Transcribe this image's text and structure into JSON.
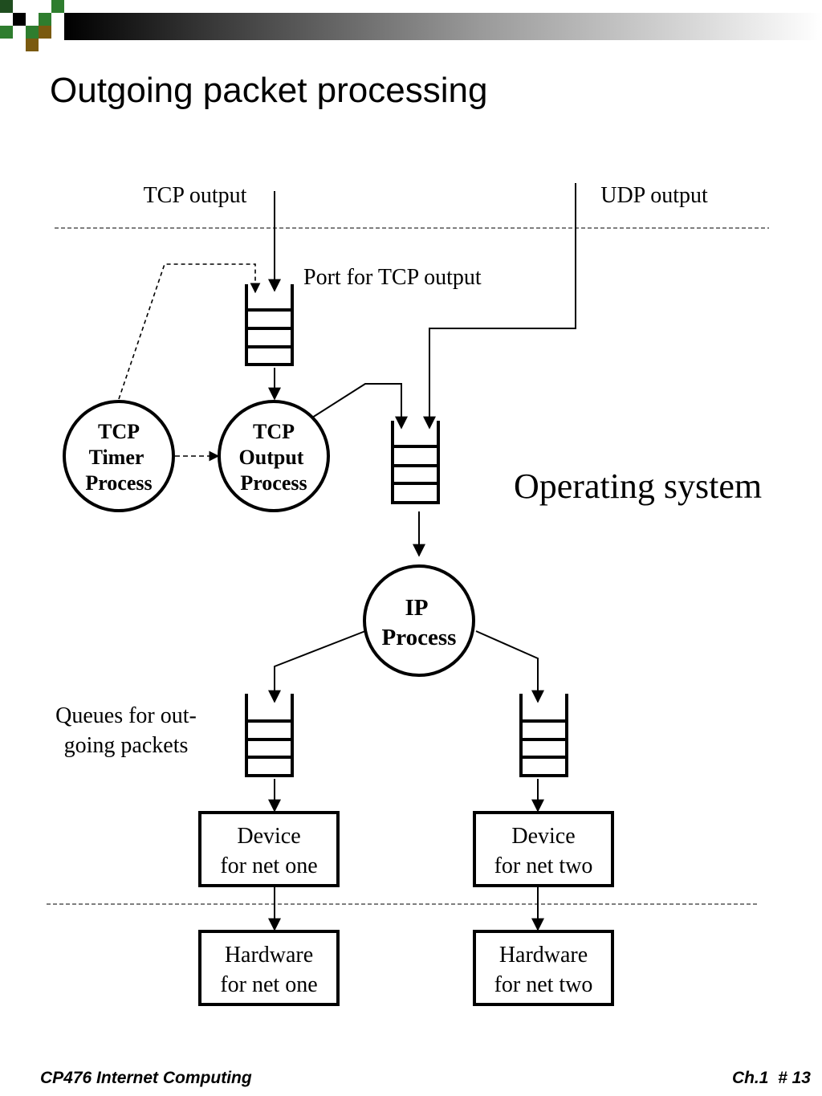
{
  "slide": {
    "title": "Outgoing packet processing"
  },
  "diagram": {
    "tcp_output_label": "TCP output",
    "udp_output_label": "UDP output",
    "port_label": "Port for TCP output",
    "tcp_timer_process": [
      "TCP",
      "Timer",
      "Process"
    ],
    "tcp_output_process": [
      "TCP",
      "Output",
      "Process"
    ],
    "ip_process": [
      "IP",
      "Process"
    ],
    "operating_system_label": "Operating system",
    "queues_label": [
      "Queues for out-",
      "going packets"
    ],
    "device_net_one": [
      "Device",
      "for net one"
    ],
    "device_net_two": [
      "Device",
      "for net two"
    ],
    "hardware_net_one": [
      "Hardware",
      "for net one"
    ],
    "hardware_net_two": [
      "Hardware",
      "for net two"
    ]
  },
  "footer": {
    "left": "CP476 Internet Computing",
    "right": "Ch.1  # 13"
  },
  "colors": {
    "corner_dark_green": "#1f4d1f",
    "corner_green": "#2e7d2e",
    "corner_olive": "#7a5a10",
    "corner_black": "#000000"
  }
}
